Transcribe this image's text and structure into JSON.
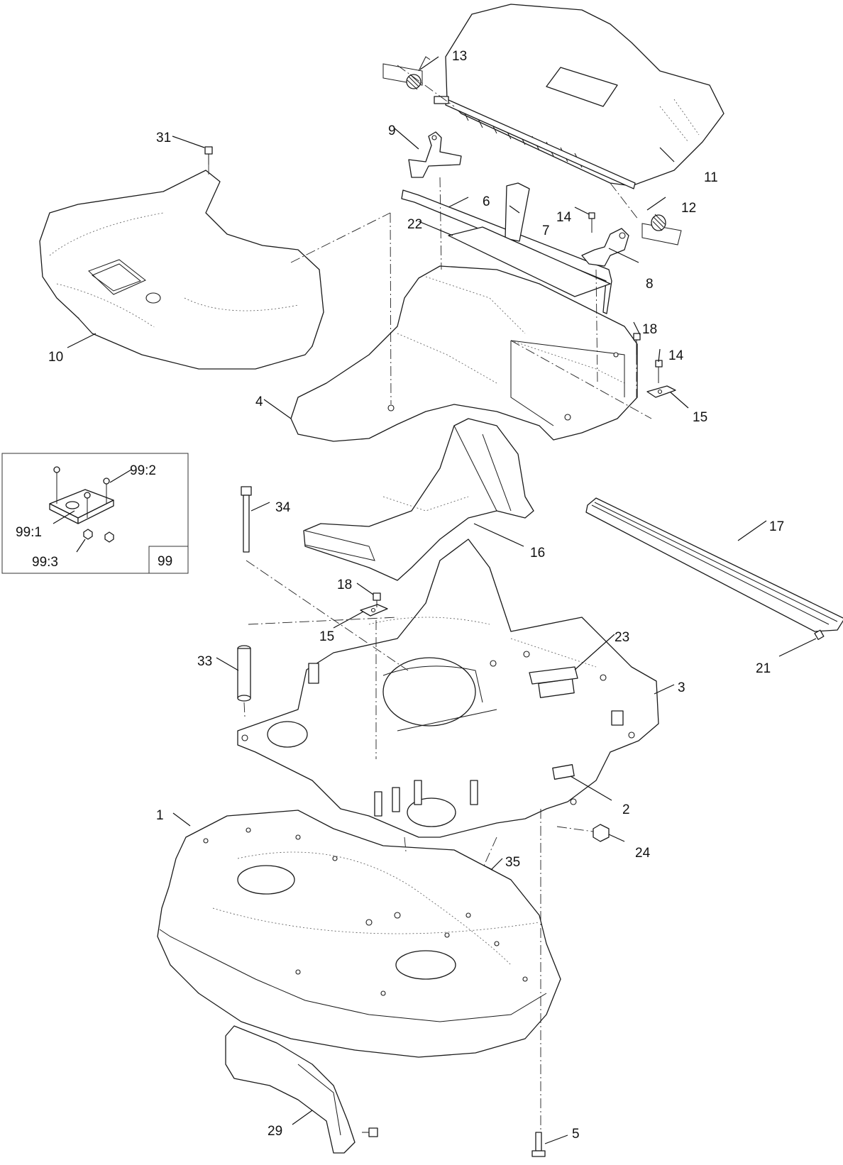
{
  "callouts": {
    "c1": "1",
    "c2": "2",
    "c3": "3",
    "c4": "4",
    "c5": "5",
    "c6": "6",
    "c7": "7",
    "c8": "8",
    "c9": "9",
    "c10": "10",
    "c11": "11",
    "c12": "12",
    "c13": "13",
    "c14a": "14",
    "c14b": "14",
    "c15a": "15",
    "c15b": "15",
    "c16": "16",
    "c17": "17",
    "c18a": "18",
    "c18b": "18",
    "c21": "21",
    "c22": "22",
    "c23": "23",
    "c24": "24",
    "c29": "29",
    "c31": "31",
    "c33": "33",
    "c34": "34",
    "c35": "35"
  },
  "inset": {
    "kit_number": "99",
    "labels": {
      "a": "99:1",
      "b": "99:2",
      "c": "99:3"
    }
  }
}
